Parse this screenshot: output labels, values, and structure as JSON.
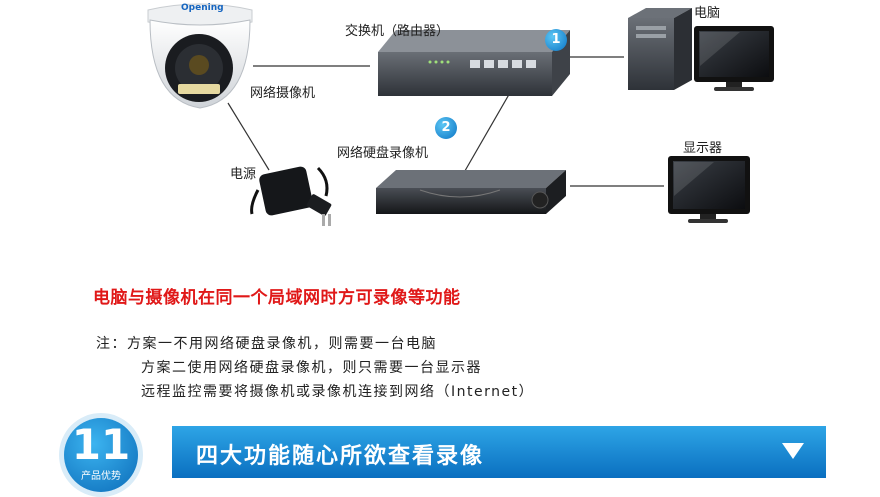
{
  "labels": {
    "switch": "交换机（路由器）",
    "computer": "电脑",
    "ipc": "网络摄像机",
    "nvr": "网络硬盘录像机",
    "power": "电源",
    "monitor": "显示器",
    "cam_brand": "Opening",
    "step1": "1",
    "step2": "2"
  },
  "headline": "电脑与摄像机在同一个局域网时方可录像等功能",
  "notes": [
    "注：方案一不用网络硬盘录像机，则需要一台电脑",
    "方案二使用网络硬盘录像机，则只需要一台显示器",
    "远程监控需要将摄像机或录像机连接到网络（Internet）"
  ],
  "badge": {
    "number": "11",
    "caption": "产品优势"
  },
  "banner": {
    "title": "四大功能随心所欲查看录像"
  },
  "colors": {
    "headline": "#e01818",
    "banner": "#1a8ad6",
    "badge": "#0b6bb8"
  }
}
